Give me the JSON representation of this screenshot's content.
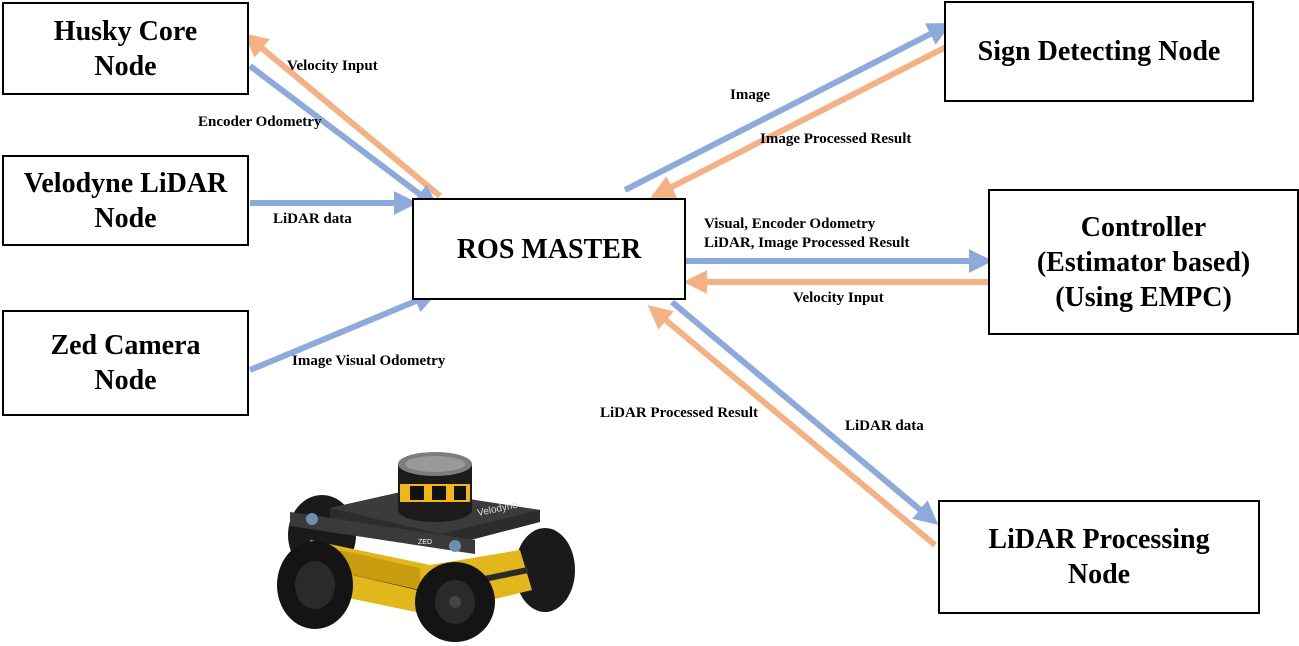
{
  "colors": {
    "blue": "#8ea9db",
    "orange": "#f4b183",
    "box_border": "#000000"
  },
  "nodes": {
    "husky": "Husky Core\nNode",
    "velodyne": "Velodyne LiDAR\nNode",
    "zed": "Zed Camera\nNode",
    "master": "ROS MASTER",
    "sign": "Sign Detecting Node",
    "controller": "Controller\n(Estimator based)\n(Using EMPC)",
    "lidarproc": "LiDAR Processing\nNode"
  },
  "edges": {
    "husky_velocity": "Velocity Input",
    "husky_encoder": "Encoder Odometry",
    "velodyne_lidar": "LiDAR data",
    "zed_visual": "Image Visual Odometry",
    "sign_image": "Image",
    "sign_result": "Image Processed Result",
    "ctrl_in": "Visual, Encoder Odometry\nLiDAR, Image Processed Result",
    "ctrl_velocity": "Velocity Input",
    "lidar_result": "LiDAR Processed Result",
    "lidar_data": "LiDAR data"
  },
  "robot": {
    "brand_zed": "ZED",
    "brand_velodyne": "Velodyne"
  }
}
